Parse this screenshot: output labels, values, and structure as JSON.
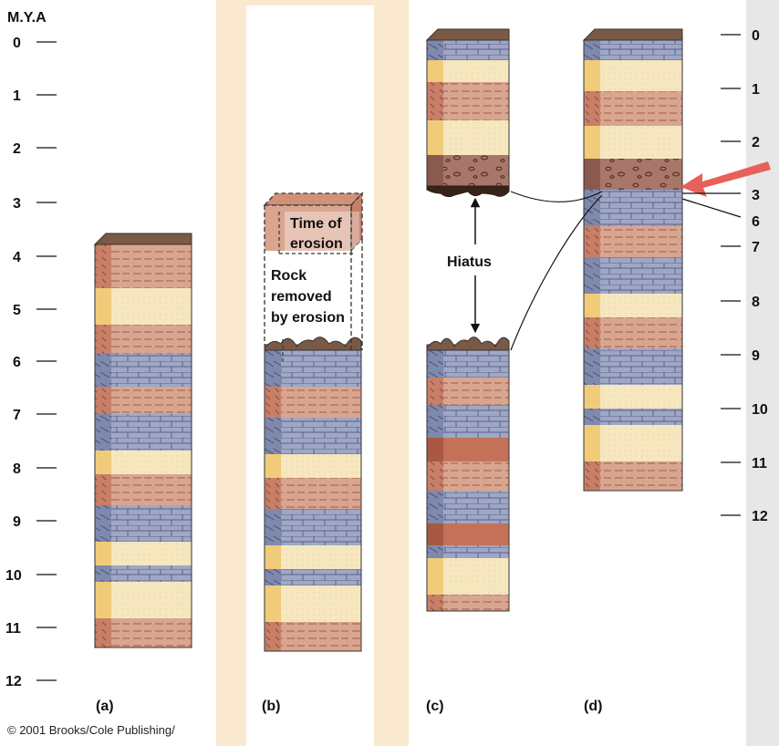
{
  "figure": {
    "axis_title": "M.Y.A",
    "left_ticks": [
      "0",
      "1",
      "2",
      "3",
      "4",
      "5",
      "6",
      "7",
      "8",
      "9",
      "10",
      "11",
      "12"
    ],
    "right_ticks": [
      "0",
      "1",
      "2",
      "3",
      "6",
      "7",
      "8",
      "9",
      "10",
      "11",
      "12"
    ],
    "panels": [
      "(a)",
      "(b)",
      "(c)",
      "(d)"
    ],
    "time_of_erosion": [
      "Time of",
      "erosion"
    ],
    "rock_removed": [
      "Rock",
      "removed",
      "by erosion"
    ],
    "hiatus": "Hiatus",
    "copyright": "© 2001 Brooks/Cole Publishing/"
  },
  "colors": {
    "background": "#fbe9cf",
    "shale": "#d9a58f",
    "limestone": "#9fa7c7",
    "sandstone": "#f6e7bf",
    "soil": "#7b5a45",
    "conglomerate": "#a9766a",
    "arrow": "#e8605a"
  }
}
